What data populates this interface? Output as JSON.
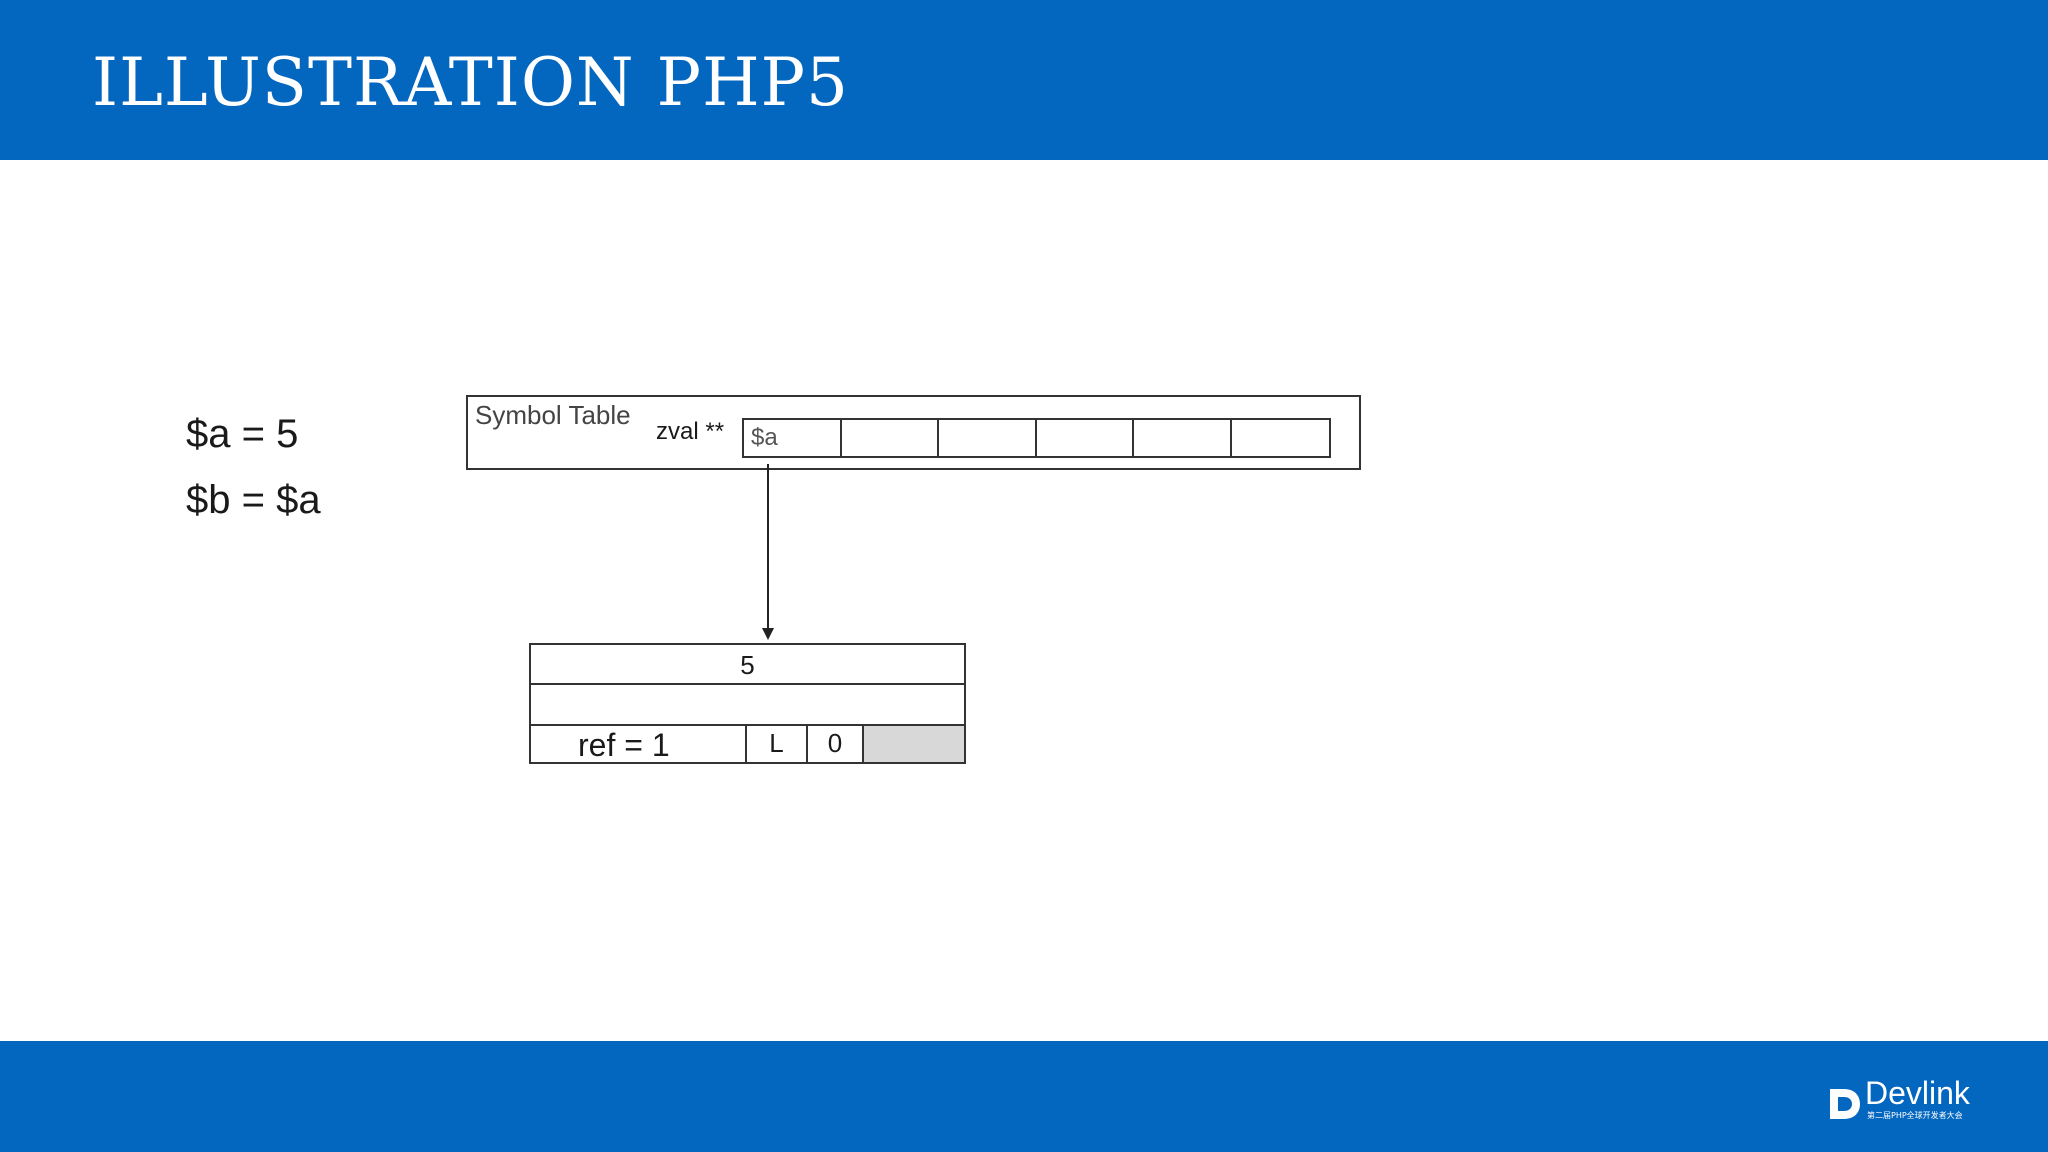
{
  "slide": {
    "title": "ILLUSTRATION PHP5"
  },
  "code_lines": [
    "$a = 5",
    "$b = $a"
  ],
  "symbol_table": {
    "label": "Symbol Table",
    "zval_label": "zval **",
    "slots": [
      "$a",
      "",
      "",
      "",
      "",
      ""
    ]
  },
  "zval": {
    "value": "5",
    "refcount": "ref = 1",
    "is_ref_label": "L",
    "is_ref_value": "0"
  },
  "footer": {
    "logo_text": "Devlink",
    "logo_subtitle": "第二届PHP全球开发者大会"
  },
  "colors": {
    "header_blue": "#0366bf",
    "grey_cell": "#d8d8d8"
  }
}
